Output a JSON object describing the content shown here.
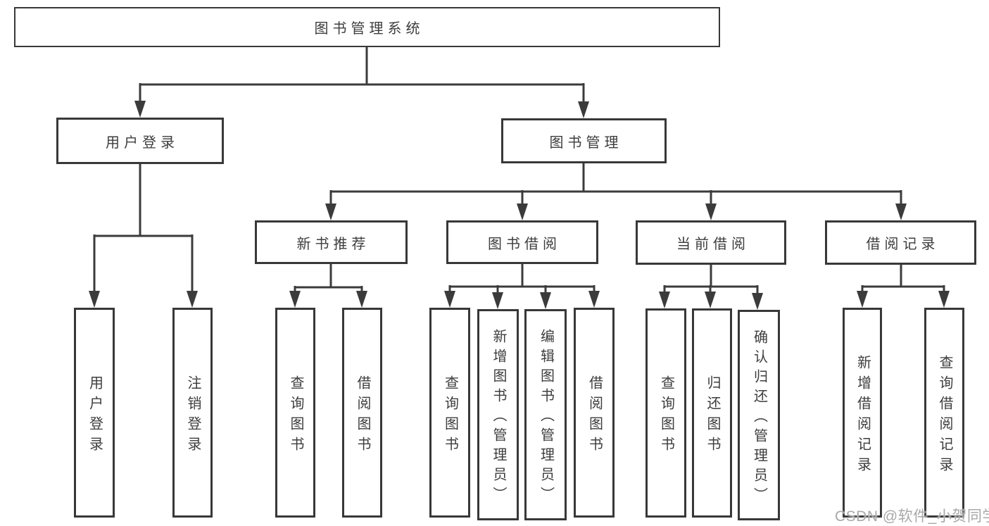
{
  "tree": {
    "root": {
      "label": "图书管理系统",
      "children": [
        {
          "label": "用户登录",
          "children": [
            {
              "label": "用户登录"
            },
            {
              "label": "注销登录"
            }
          ]
        },
        {
          "label": "图书管理",
          "children": [
            {
              "label": "新书推荐",
              "children": [
                {
                  "label": "查询图书"
                },
                {
                  "label": "借阅图书"
                }
              ]
            },
            {
              "label": "图书借阅",
              "children": [
                {
                  "label": "查询图书"
                },
                {
                  "label": "新增图书（管理员）"
                },
                {
                  "label": "编辑图书（管理员）"
                },
                {
                  "label": "借阅图书"
                }
              ]
            },
            {
              "label": "当前借阅",
              "children": [
                {
                  "label": "查询图书"
                },
                {
                  "label": "归还图书"
                },
                {
                  "label": "确认归还（管理员）"
                }
              ]
            },
            {
              "label": "借阅记录",
              "children": [
                {
                  "label": "新增借阅记录"
                },
                {
                  "label": "查询借阅记录"
                }
              ]
            }
          ]
        }
      ]
    }
  },
  "watermark": {
    "text": "CSDN @软件_小贺同学"
  },
  "colors": {
    "border": "#383838",
    "line": "#3b3b3b",
    "text": "#3d3d3d",
    "watermark": "#a8a8a8",
    "background": "#ffffff"
  }
}
